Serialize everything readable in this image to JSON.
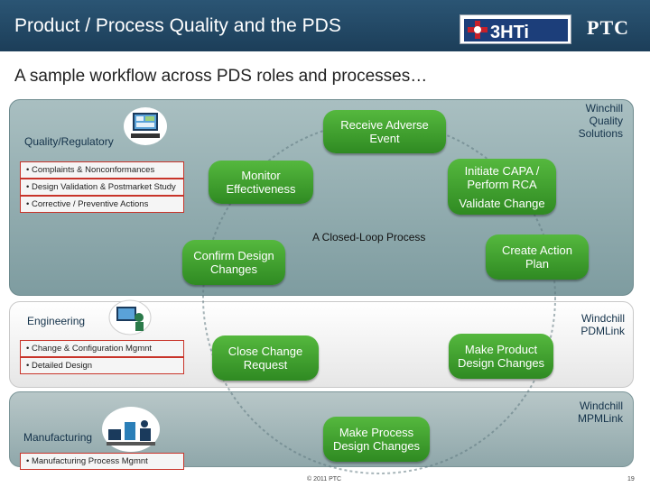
{
  "header": {
    "title": "Product / Process Quality and the PDS",
    "logo_3hti_text": "3HTi",
    "logo_ptc_text": "PTC"
  },
  "subtitle": "A sample workflow across PDS roles and processes…",
  "quality": {
    "label": "Quality/Regulatory",
    "bullets": [
      "• Complaints & Nonconformances",
      "• Design Validation & Postmarket Study",
      "• Corrective / Preventive Actions"
    ]
  },
  "engineering": {
    "label": "Engineering",
    "bullets": [
      "• Change & Configuration Mgmnt",
      "• Detailed Design"
    ]
  },
  "manufacturing": {
    "label": "Manufacturing",
    "bullets": [
      "• Manufacturing Process Mgmnt"
    ]
  },
  "cycle": {
    "title": "A Closed-Loop Process",
    "steps": {
      "receive": "Receive Adverse\nEvent",
      "initiate": "Initiate CAPA /\nPerform RCA",
      "validate": "Validate Change",
      "create": "Create Action\nPlan",
      "product": "Make Product\nDesign Changes",
      "process": "Make Process\nDesign Changes",
      "close": "Close Change\nRequest",
      "confirm": "Confirm Design\nChanges",
      "monitor": "Monitor\nEffectiveness"
    }
  },
  "solutions": {
    "quality": "Winchill\nQuality\nSolutions",
    "pdm": "Windchill\nPDMLink",
    "mpm": "Windchill\nMPMLink"
  },
  "footer": {
    "copyright": "© 2011 PTC",
    "page": "19"
  },
  "colors": {
    "header": "#1c3e59",
    "accent_green": "#3a9a2c",
    "bullet_border": "#c8342a"
  }
}
